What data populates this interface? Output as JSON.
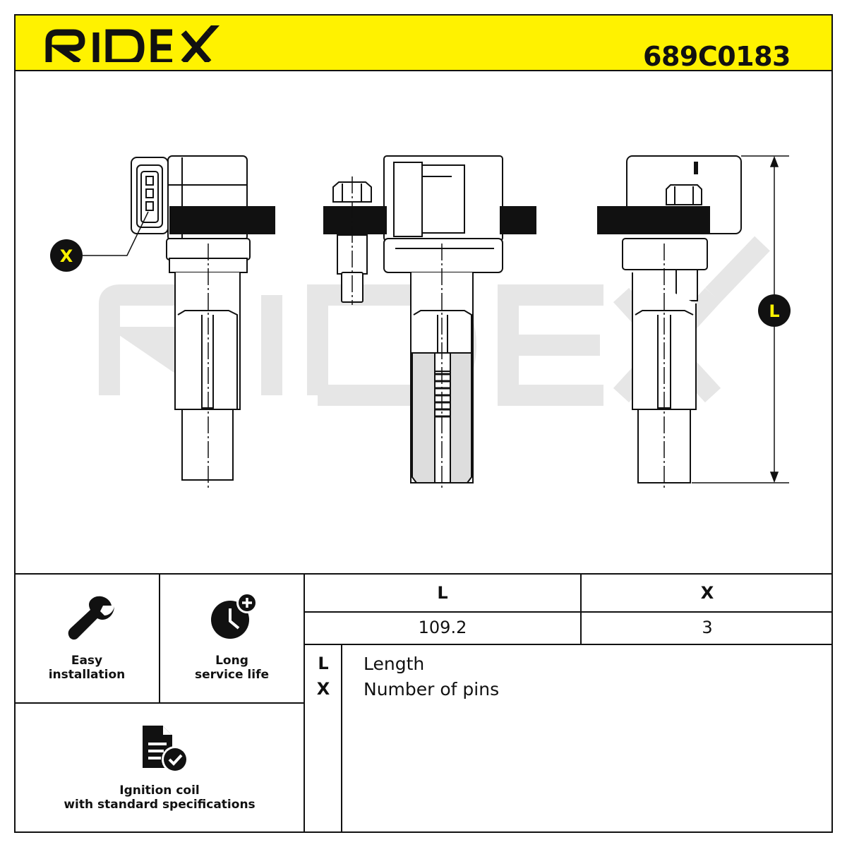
{
  "brand": {
    "name": "RIDEX",
    "accent": "#fff200"
  },
  "header": {
    "part_number": "689C0183"
  },
  "drawing": {
    "callout_x": "X",
    "callout_l": "L",
    "watermark": "RIDEX"
  },
  "features": [
    {
      "icon": "wrench-icon",
      "label_line1": "Easy",
      "label_line2": "installation"
    },
    {
      "icon": "clock-plus-icon",
      "label_line1": "Long",
      "label_line2": "service life"
    },
    {
      "icon": "document-check-icon",
      "label_line1": "Ignition coil",
      "label_line2": "with standard specifications"
    }
  ],
  "spec_table": {
    "headers": [
      "L",
      "X"
    ],
    "values": [
      "109.2",
      "3"
    ]
  },
  "legend": [
    {
      "key": "L",
      "desc": "Length"
    },
    {
      "key": "X",
      "desc": "Number of pins"
    }
  ]
}
